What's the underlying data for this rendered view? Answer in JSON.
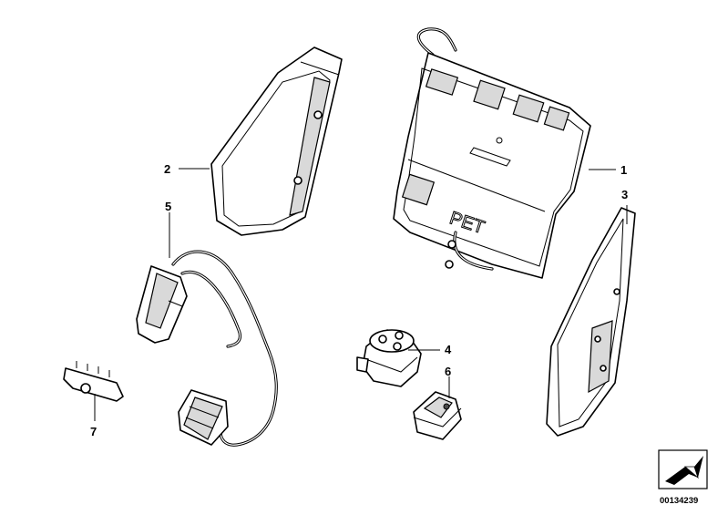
{
  "diagram": {
    "callouts": [
      {
        "id": "1",
        "label": "1"
      },
      {
        "id": "2",
        "label": "2"
      },
      {
        "id": "3",
        "label": "3"
      },
      {
        "id": "4",
        "label": "4"
      },
      {
        "id": "5",
        "label": "5"
      },
      {
        "id": "6",
        "label": "6"
      },
      {
        "id": "7",
        "label": "7"
      }
    ],
    "mat_marking": "PET",
    "reference_number": "00134239",
    "icon": "folded-corner-arrow-icon"
  }
}
